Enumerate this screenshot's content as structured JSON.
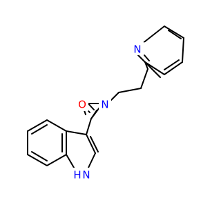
{
  "molecule": {
    "atoms": {
      "pyridine_n": {
        "label": "N",
        "color": "#0000ff"
      },
      "amide_o": {
        "label": "O",
        "color": "#ff0000"
      },
      "amide_n": {
        "label": "N",
        "color": "#0000ff"
      },
      "indole_nh": {
        "label": "H",
        "color": "#0000ff"
      },
      "indole_n": {
        "label": "N",
        "color": "#0000ff"
      }
    }
  }
}
